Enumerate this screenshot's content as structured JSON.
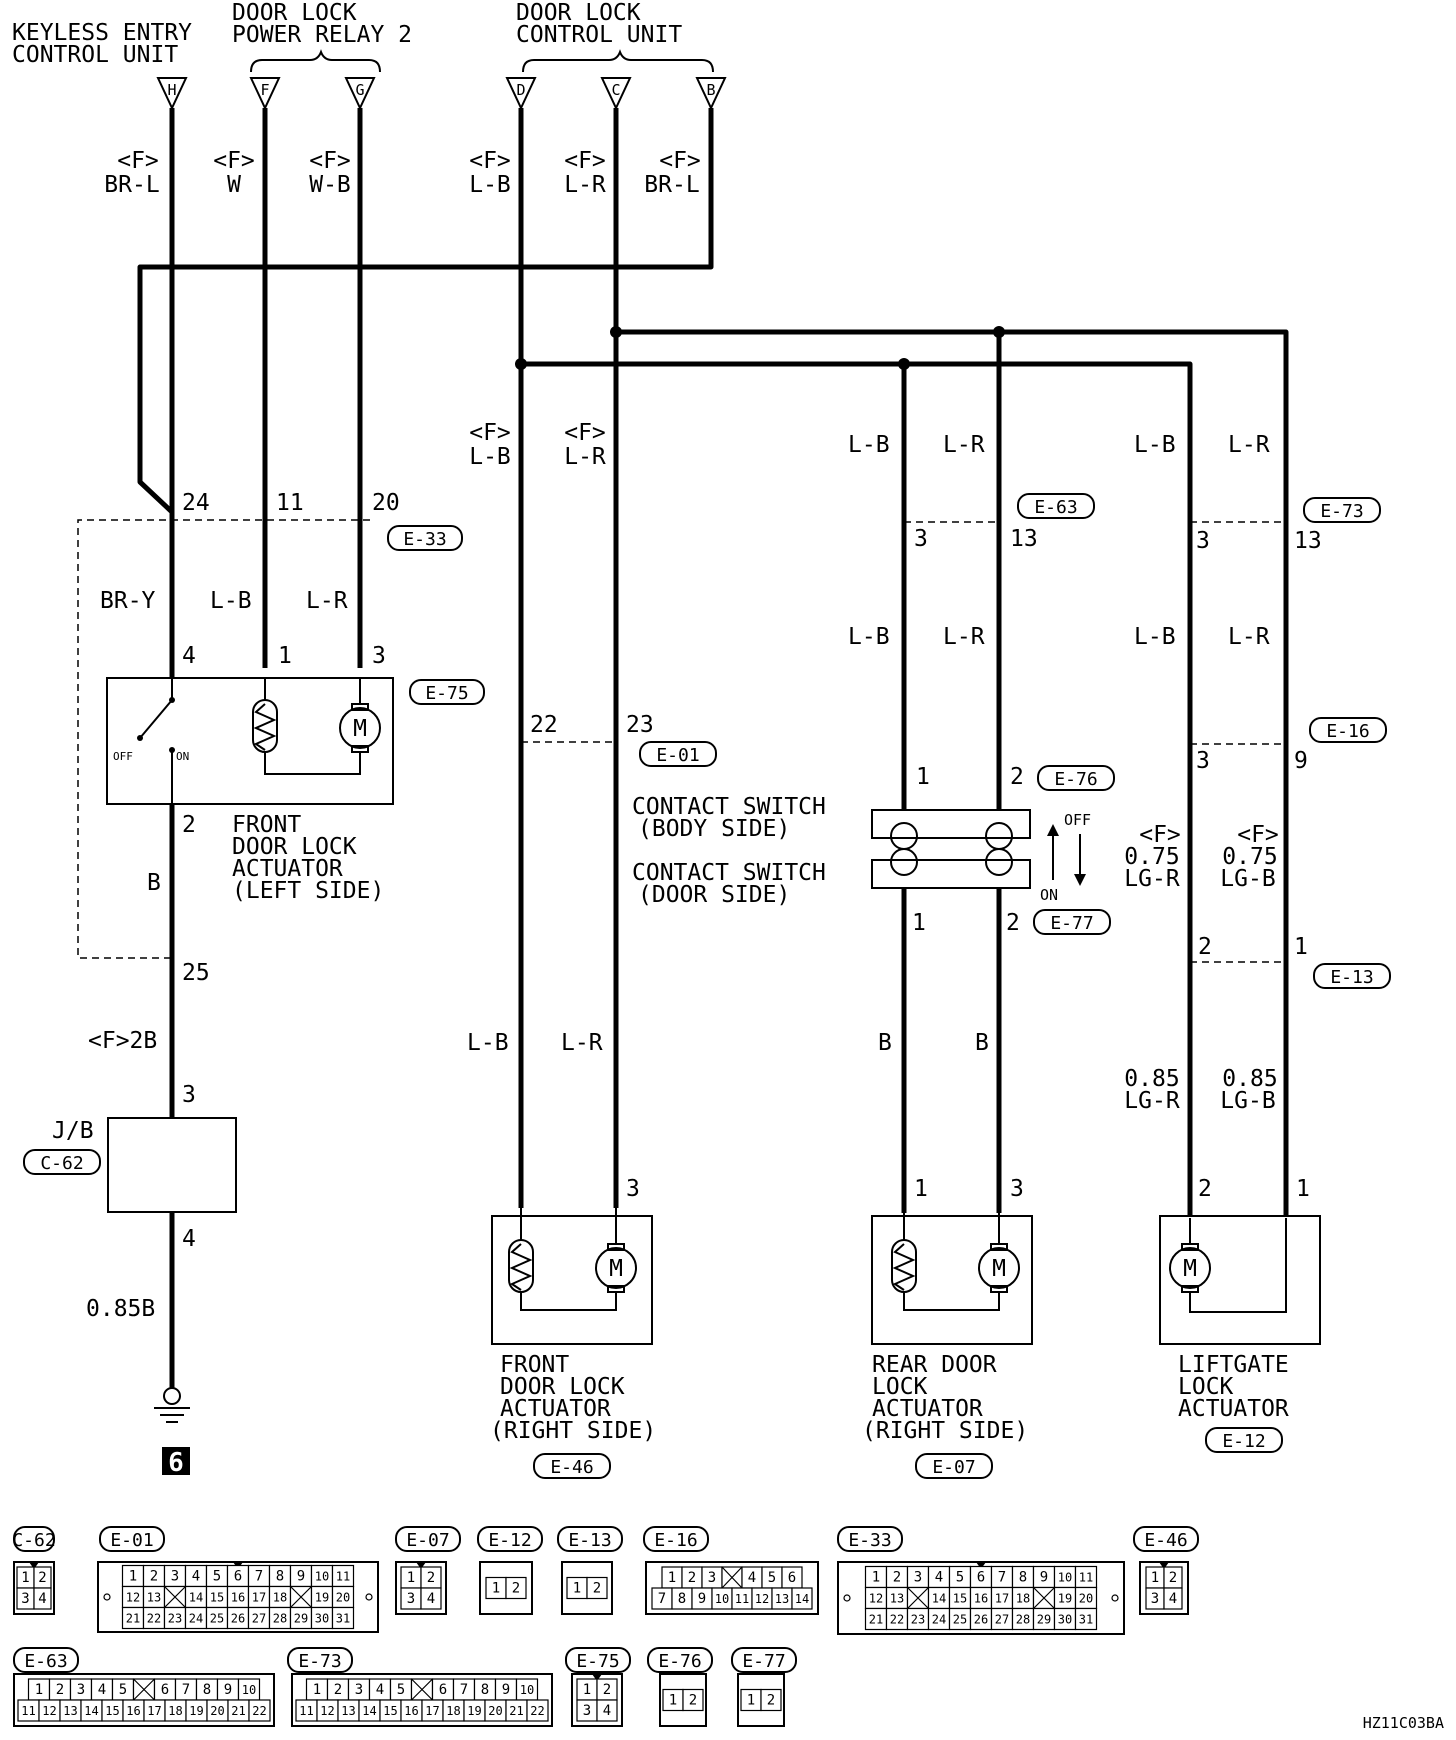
{
  "units": {
    "keyless": [
      "KEYLESS ENTRY",
      "CONTROL UNIT"
    ],
    "relay": [
      "DOOR LOCK",
      "POWER RELAY 2"
    ],
    "dlcu": [
      "DOOR LOCK",
      "CONTROL UNIT"
    ]
  },
  "terminals": [
    {
      "id": "H",
      "wire": "BR-L"
    },
    {
      "id": "F",
      "wire": "W"
    },
    {
      "id": "G",
      "wire": "W-B"
    },
    {
      "id": "D",
      "wire": "L-B"
    },
    {
      "id": "C",
      "wire": "L-R"
    },
    {
      "id": "B",
      "wire": "BR-L"
    }
  ],
  "flag": "<F>",
  "ws": {
    "lb": "L-B",
    "lr": "L-R",
    "bry": "BR-Y",
    "b": "B",
    "fb": "<F>2B",
    "gnd_wire": "0.85B",
    "g075": "0.75",
    "g085": "0.85",
    "lgr": "LG-R",
    "lgb": "LG-B"
  },
  "pins": {
    "p24": "24",
    "p11": "11",
    "p20": "20",
    "p4": "4",
    "p1": "1",
    "p3": "3",
    "p2": "2",
    "p25": "25",
    "p22": "22",
    "p23": "23",
    "p13": "13",
    "p9": "9"
  },
  "labels": {
    "jb": "J/B",
    "off": "OFF",
    "on": "ON",
    "ground": "6",
    "code": "HZ11C03BA"
  },
  "components": {
    "front_left": [
      "FRONT",
      "DOOR LOCK",
      "ACTUATOR",
      "(LEFT SIDE)"
    ],
    "front_right": [
      "FRONT",
      "DOOR LOCK",
      "ACTUATOR",
      "(RIGHT SIDE)"
    ],
    "rear_right": [
      "REAR DOOR",
      "LOCK",
      "ACTUATOR",
      "(RIGHT SIDE)"
    ],
    "liftgate": [
      "LIFTGATE",
      "LOCK",
      "ACTUATOR"
    ],
    "contact_body": [
      "CONTACT SWITCH",
      "(BODY SIDE)"
    ],
    "contact_door": [
      "CONTACT SWITCH",
      "(DOOR SIDE)"
    ]
  },
  "connectors": {
    "E33": "E-33",
    "E75": "E-75",
    "E01": "E-01",
    "E63": "E-63",
    "E73": "E-73",
    "E16": "E-16",
    "E76": "E-76",
    "E77": "E-77",
    "E13": "E-13",
    "C62": "C-62",
    "E46": "E-46",
    "E07": "E-07",
    "E12": "E-12"
  },
  "legend": {
    "C62": {
      "code": "C-62",
      "rows": [
        [
          "1",
          "2"
        ],
        [
          "3",
          "4"
        ]
      ]
    },
    "E01": {
      "code": "E-01",
      "rows": [
        [
          "1",
          "2",
          "3",
          "4",
          "5",
          "6",
          "7",
          "8",
          "9",
          "10",
          "11"
        ],
        [
          "12",
          "13",
          "",
          "14",
          "15",
          "16",
          "17",
          "18",
          "",
          "19",
          "20"
        ],
        [
          "21",
          "22",
          "23",
          "24",
          "25",
          "26",
          "27",
          "28",
          "29",
          "30",
          "31"
        ]
      ]
    },
    "E07": {
      "code": "E-07",
      "rows": [
        [
          "1",
          "2"
        ],
        [
          "3",
          "4"
        ]
      ]
    },
    "E12": {
      "code": "E-12",
      "rows": [
        [
          "1",
          "2"
        ]
      ]
    },
    "E13": {
      "code": "E-13",
      "rows": [
        [
          "1",
          "2"
        ]
      ]
    },
    "E16": {
      "code": "E-16",
      "rows": [
        [
          "1",
          "2",
          "3",
          "",
          "4",
          "5",
          "6"
        ],
        [
          "7",
          "8",
          "9",
          "10",
          "11",
          "12",
          "13",
          "14"
        ]
      ]
    },
    "E33": {
      "code": "E-33",
      "rows": [
        [
          "1",
          "2",
          "3",
          "4",
          "5",
          "6",
          "7",
          "8",
          "9",
          "10",
          "11"
        ],
        [
          "12",
          "13",
          "",
          "14",
          "15",
          "16",
          "17",
          "18",
          "",
          "19",
          "20"
        ],
        [
          "21",
          "22",
          "23",
          "24",
          "25",
          "26",
          "27",
          "28",
          "29",
          "30",
          "31"
        ]
      ]
    },
    "E46": {
      "code": "E-46",
      "rows": [
        [
          "1",
          "2"
        ],
        [
          "3",
          "4"
        ]
      ]
    },
    "E63": {
      "code": "E-63",
      "rows": [
        [
          "1",
          "2",
          "3",
          "4",
          "5",
          "",
          "6",
          "7",
          "8",
          "9",
          "10"
        ],
        [
          "11",
          "12",
          "13",
          "14",
          "15",
          "16",
          "17",
          "18",
          "19",
          "20",
          "21",
          "22"
        ]
      ]
    },
    "E73": {
      "code": "E-73",
      "rows": [
        [
          "1",
          "2",
          "3",
          "4",
          "5",
          "",
          "6",
          "7",
          "8",
          "9",
          "10"
        ],
        [
          "11",
          "12",
          "13",
          "14",
          "15",
          "16",
          "17",
          "18",
          "19",
          "20",
          "21",
          "22"
        ]
      ]
    },
    "E75": {
      "code": "E-75",
      "rows": [
        [
          "1",
          "2"
        ],
        [
          "3",
          "4"
        ]
      ]
    },
    "E76": {
      "code": "E-76",
      "rows": [
        [
          "1",
          "2"
        ]
      ]
    },
    "E77": {
      "code": "E-77",
      "rows": [
        [
          "1",
          "2"
        ]
      ]
    }
  }
}
